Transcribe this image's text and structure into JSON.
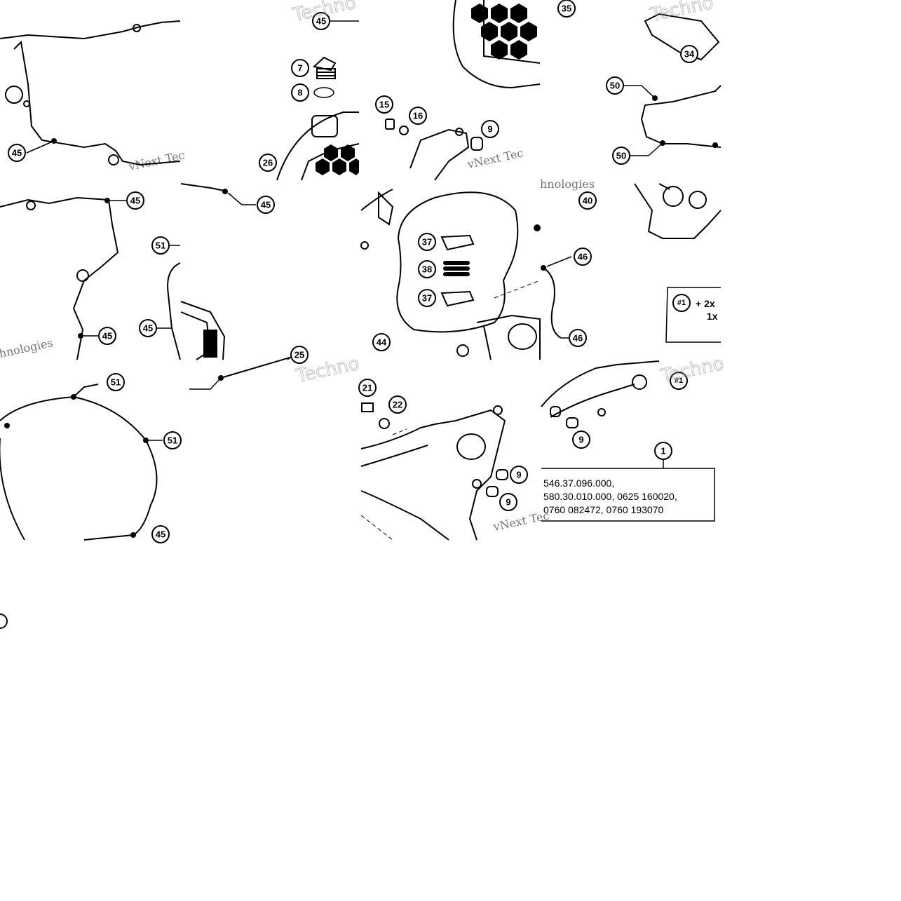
{
  "callouts": {
    "c45a": "45",
    "c26": "26",
    "c7": "7",
    "c8": "8",
    "c15": "15",
    "c16": "16",
    "c9a": "9",
    "c35": "35",
    "c34": "34",
    "c50a": "50",
    "c50b": "50",
    "c45b": "45",
    "c51a": "51",
    "c45c": "45",
    "c45d": "45",
    "c45e": "45",
    "c37a": "37",
    "c38": "38",
    "c37b": "37",
    "c44": "44",
    "c40": "40",
    "c46a": "46",
    "c46b": "46",
    "c25": "25",
    "c51b": "51",
    "c51c": "51",
    "c45f": "45",
    "c21": "21",
    "c22": "22",
    "c9b": "9",
    "c9c": "9",
    "c9d": "9",
    "c1": "1",
    "c1hash": "#1"
  },
  "legend_box": {
    "line1_prefix": "+ 2x",
    "line2": "1x"
  },
  "kit_box": {
    "line1": "546.37.096.000,",
    "line2": "580.30.010.000, 0625 160020,",
    "line3": "0760 082472, 0760 193070"
  },
  "watermark": {
    "brand": "vNext Tec",
    "word": "Techno",
    "sub": "hnologies"
  }
}
